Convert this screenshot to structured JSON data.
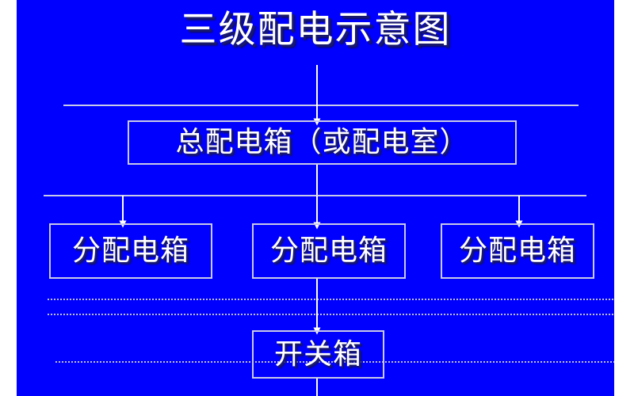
{
  "slide": {
    "background_color": "#0000ff",
    "page_background_color": "#ffffff",
    "line_color": "#c9c9e8",
    "text_color": "#ffffff",
    "shadow_color": "#18186e"
  },
  "title": {
    "text": "三级配电示意图"
  },
  "diagram": {
    "type": "flowchart",
    "orientation": "top-down",
    "main_panel": {
      "label": "总配电箱（或配电室）"
    },
    "distribution_boxes": [
      {
        "label": "分配电箱"
      },
      {
        "label": "分配电箱"
      },
      {
        "label": "分配电箱"
      }
    ],
    "switch_box": {
      "label": "开关箱"
    },
    "connectors": [
      {
        "name": "title-to-main",
        "kind": "arrow"
      },
      {
        "name": "bus-upper",
        "kind": "rule"
      },
      {
        "name": "bus-lower",
        "kind": "rule"
      },
      {
        "name": "main-to-sub-left",
        "kind": "arrow"
      },
      {
        "name": "main-to-sub-center",
        "kind": "arrow"
      },
      {
        "name": "main-to-sub-right",
        "kind": "arrow"
      },
      {
        "name": "sub-to-switch",
        "kind": "arrow"
      },
      {
        "name": "switch-outgoing",
        "kind": "line"
      }
    ],
    "guide_lines": [
      {
        "name": "dotted-guide-upper",
        "kind": "dotted"
      },
      {
        "name": "dotted-guide-mid",
        "kind": "dotted"
      },
      {
        "name": "dotted-guide-lower",
        "kind": "dotted"
      }
    ]
  }
}
